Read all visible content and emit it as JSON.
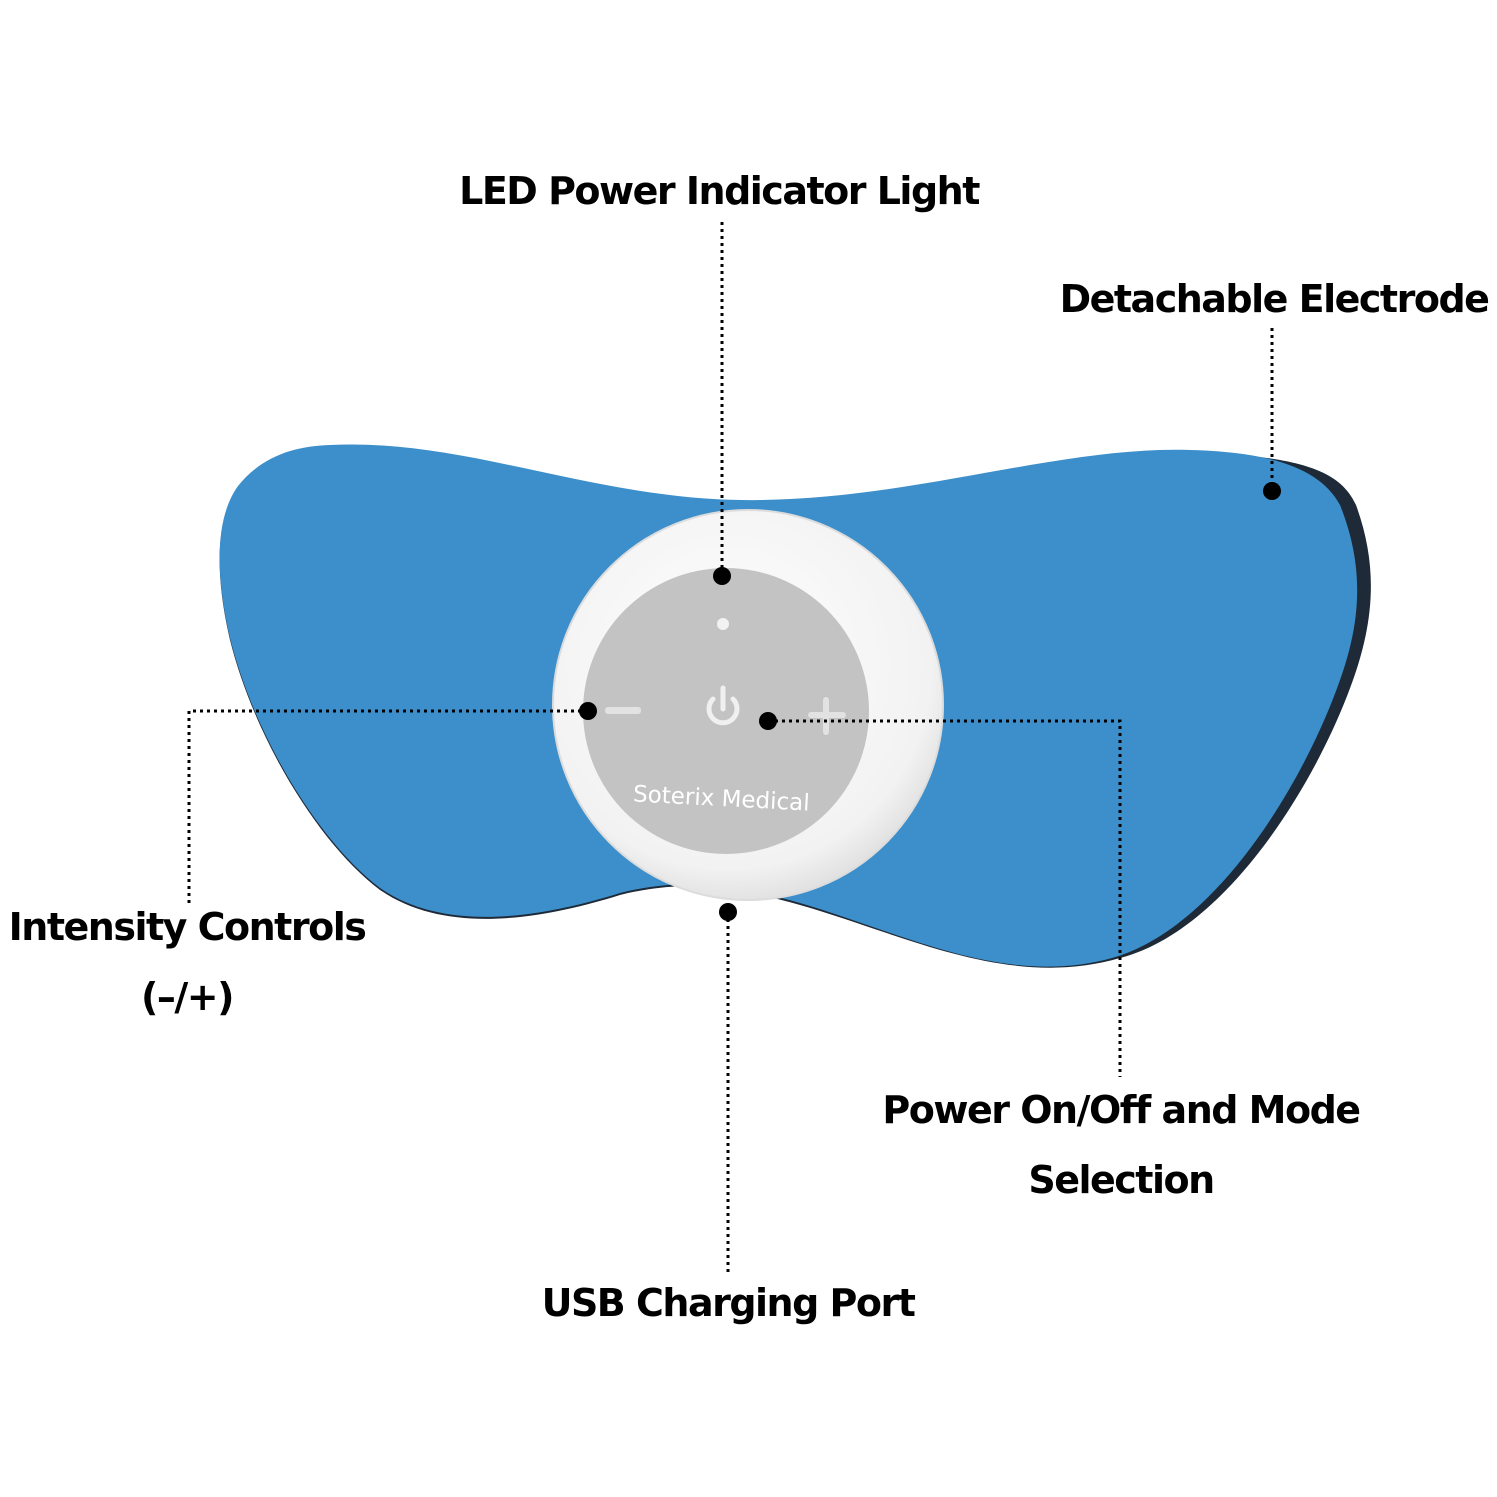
{
  "labels": {
    "led": "LED Power Indicator Light",
    "electrode": "Detachable Electrode",
    "intensity_line1": "Intensity Controls",
    "intensity_line2": "(–/+)",
    "power_line1": "Power On/Off and Mode",
    "power_line2": "Selection",
    "usb": "USB Charging Port"
  },
  "device": {
    "brand": "Soterix Medical",
    "minus_symbol": "−",
    "plus_symbol": "+",
    "power_icon": "power-icon"
  },
  "colors": {
    "electrode": "#3c8fcb",
    "electrode_edge": "#1e2a38",
    "housing": "#f4f4f4",
    "face": "#c3c3c3",
    "leader": "#000000"
  }
}
